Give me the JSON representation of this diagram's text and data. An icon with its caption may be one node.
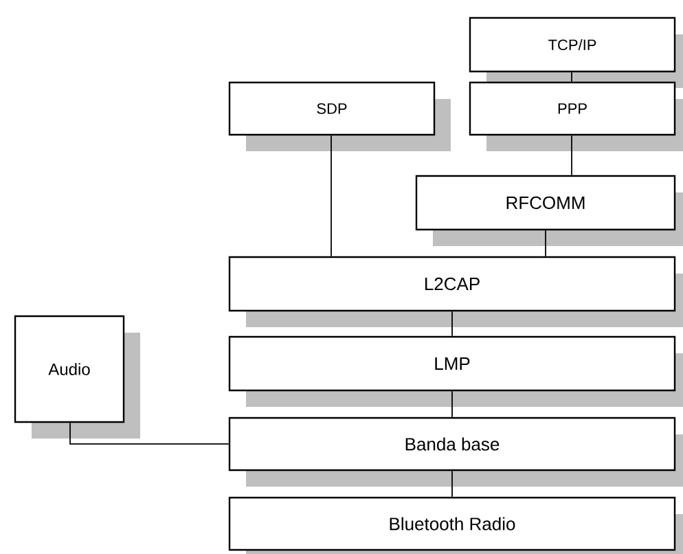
{
  "diagram": {
    "nodes": [
      {
        "text": [
          "TCP/IP"
        ]
      },
      {
        "text": [
          "SDP"
        ]
      },
      {
        "text": [
          "PPP"
        ]
      },
      {
        "text": [
          "RFCOMM"
        ]
      },
      {
        "text": [
          "L2CAP"
        ]
      },
      {
        "text": [
          "Audio"
        ]
      },
      {
        "text": [
          "LMP"
        ]
      },
      {
        "text": [
          "Banda base"
        ]
      },
      {
        "text": [
          "Bluetooth Radio"
        ]
      }
    ],
    "edges": [
      {
        "from": 0,
        "to": 2,
        "arrow": "none"
      },
      {
        "from": 1,
        "to": 4,
        "arrow": "none"
      },
      {
        "from": 2,
        "to": 3,
        "arrow": "none"
      },
      {
        "from": 3,
        "to": 4,
        "arrow": "none"
      },
      {
        "from": 4,
        "to": 6,
        "arrow": "none"
      },
      {
        "from": 6,
        "to": 7,
        "arrow": "none"
      },
      {
        "from": 7,
        "to": 8,
        "arrow": "none"
      },
      {
        "from": 5,
        "to": 7,
        "arrow": "none"
      }
    ]
  }
}
